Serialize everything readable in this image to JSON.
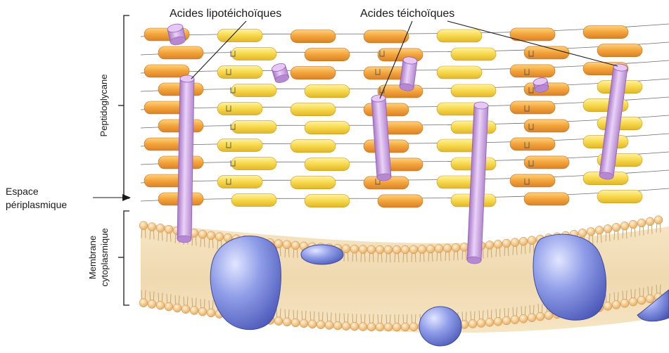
{
  "labels": {
    "lipoteichoic": "Acides lipotéichoïques",
    "teichoic": "Acides téichoïques",
    "peptidoglycan": "Peptidoglycane",
    "periplasmic_line1": "Espace",
    "periplasmic_line2": "périplasmique",
    "membrane_line1": "Membrane",
    "membrane_line2": "cytoplasmique"
  },
  "colors": {
    "background": "#ffffff",
    "glycan_orange": "#f3a33a",
    "glycan_yellow": "#f7d84a",
    "teichoic_rod": "#c99be0",
    "membrane_protein": "#7f8fe3",
    "lipid_head": "#f2c27a",
    "lipid_tail": "#e9d2a6",
    "line": "#1a1a1a"
  }
}
